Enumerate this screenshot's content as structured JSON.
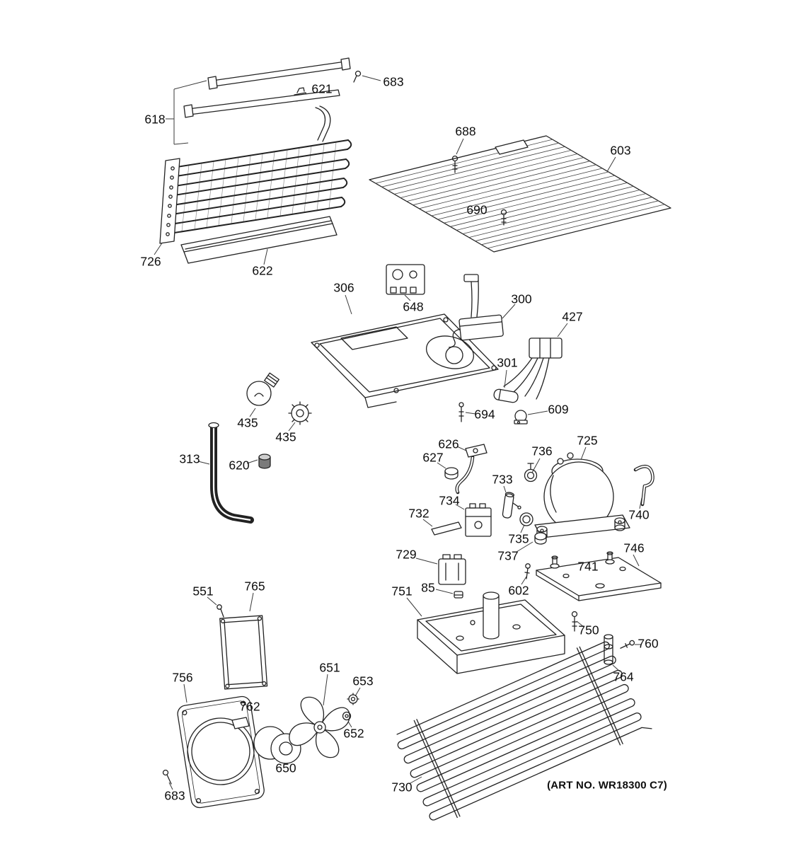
{
  "diagram": {
    "type": "exploded-parts-diagram",
    "subject": "refrigerator unit machine-compartment parts",
    "art_no": "(ART NO. WR18300 C7)",
    "labels": [
      {
        "part": "683"
      },
      {
        "part": "621"
      },
      {
        "part": "618"
      },
      {
        "part": "688"
      },
      {
        "part": "603"
      },
      {
        "part": "690"
      },
      {
        "part": "726"
      },
      {
        "part": "622"
      },
      {
        "part": "306"
      },
      {
        "part": "648"
      },
      {
        "part": "300"
      },
      {
        "part": "427"
      },
      {
        "part": "301"
      },
      {
        "part": "694"
      },
      {
        "part": "609"
      },
      {
        "part": "435"
      },
      {
        "part": "435"
      },
      {
        "part": "313"
      },
      {
        "part": "620"
      },
      {
        "part": "626"
      },
      {
        "part": "627"
      },
      {
        "part": "736"
      },
      {
        "part": "725"
      },
      {
        "part": "733"
      },
      {
        "part": "740"
      },
      {
        "part": "734"
      },
      {
        "part": "732"
      },
      {
        "part": "735"
      },
      {
        "part": "729"
      },
      {
        "part": "737"
      },
      {
        "part": "746"
      },
      {
        "part": "741"
      },
      {
        "part": "602"
      },
      {
        "part": "751"
      },
      {
        "part": "85"
      },
      {
        "part": "750"
      },
      {
        "part": "760"
      },
      {
        "part": "764"
      },
      {
        "part": "551"
      },
      {
        "part": "765"
      },
      {
        "part": "756"
      },
      {
        "part": "762"
      },
      {
        "part": "651"
      },
      {
        "part": "653"
      },
      {
        "part": "652"
      },
      {
        "part": "650"
      },
      {
        "part": "683"
      },
      {
        "part": "730"
      }
    ],
    "colors": {
      "line": "#222222",
      "background": "#ffffff",
      "text": "#0d0d0d"
    }
  }
}
